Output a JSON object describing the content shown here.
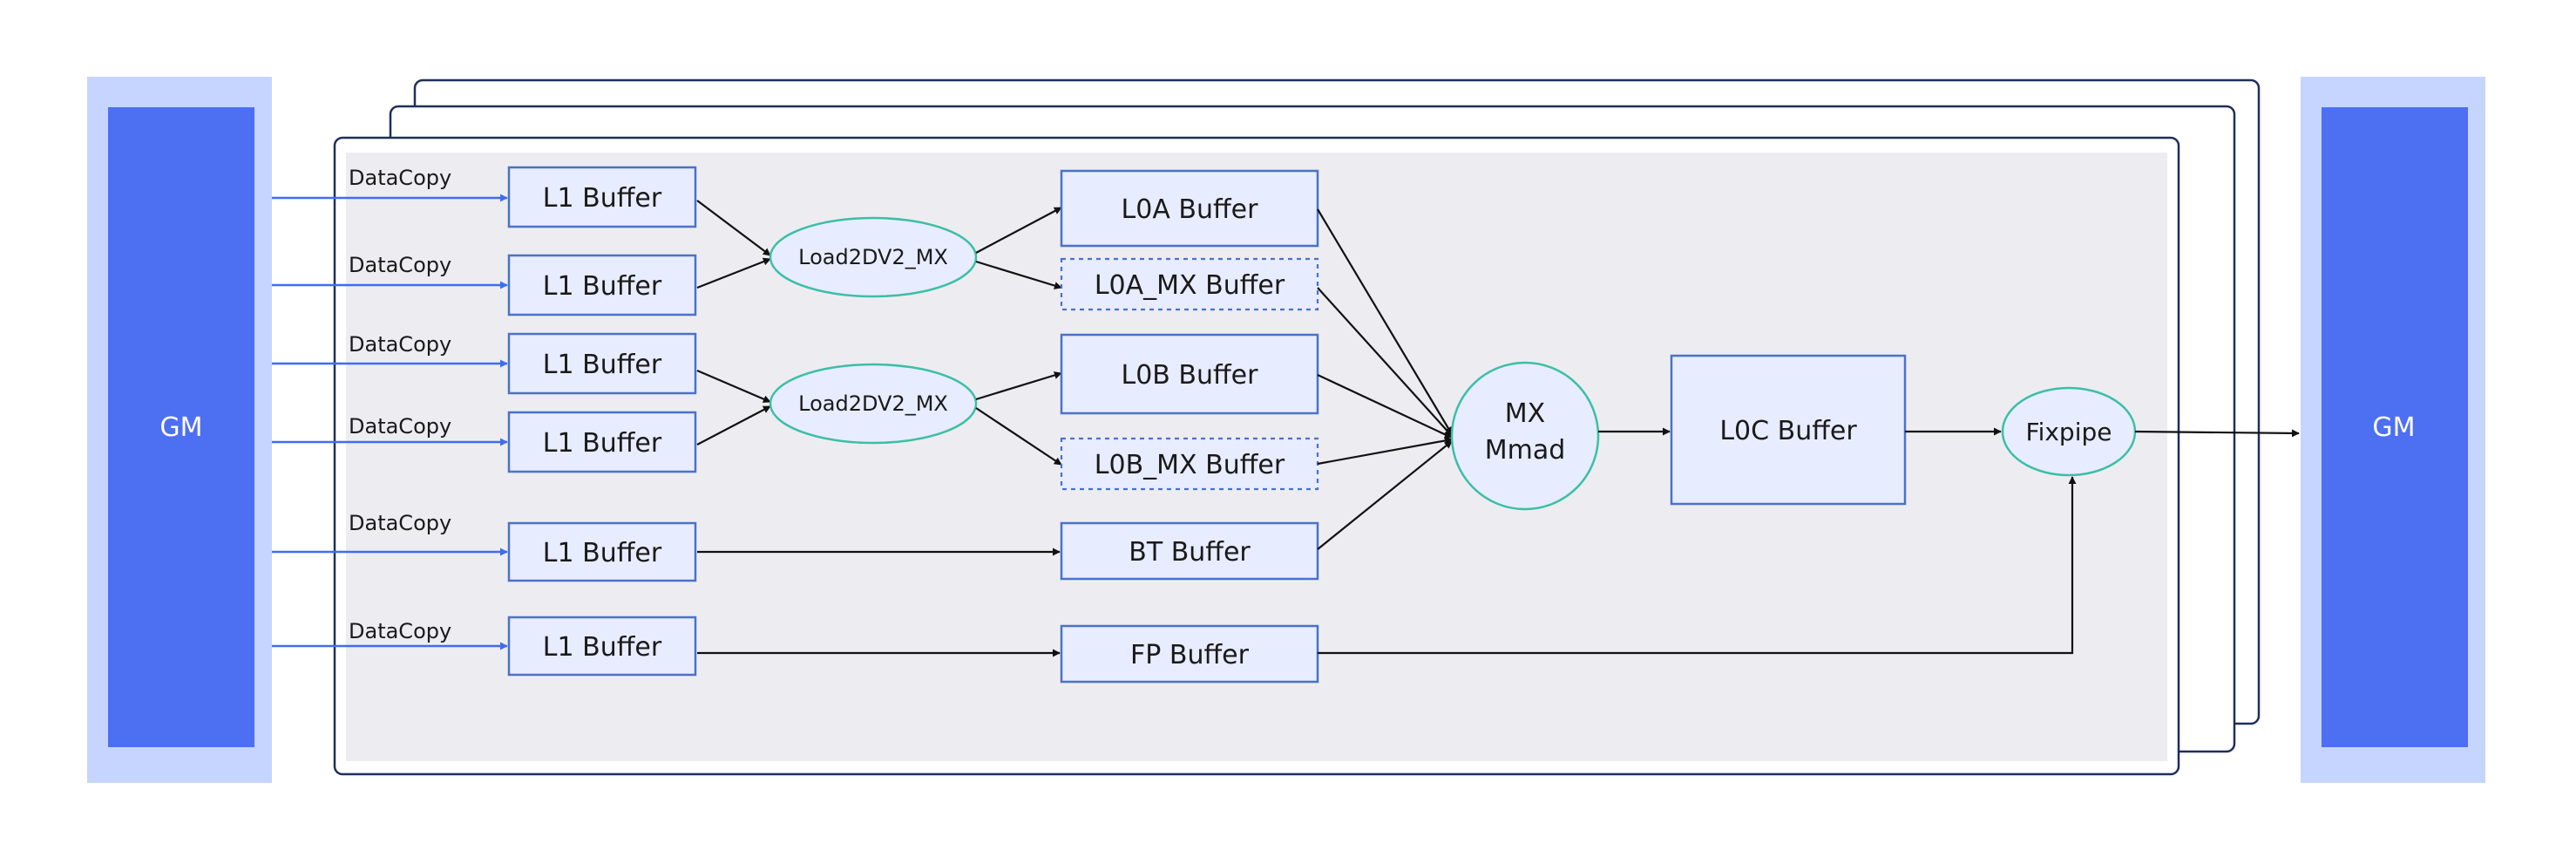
{
  "gm_left": {
    "label": "GM"
  },
  "gm_right": {
    "label": "GM"
  },
  "datacopy": [
    "DataCopy",
    "DataCopy",
    "DataCopy",
    "DataCopy",
    "DataCopy",
    "DataCopy"
  ],
  "l1": [
    "L1 Buffer",
    "L1 Buffer",
    "L1 Buffer",
    "L1 Buffer",
    "L1 Buffer",
    "L1 Buffer"
  ],
  "load_a": "Load2DV2_MX",
  "load_b": "Load2DV2_MX",
  "l0a": "L0A Buffer",
  "l0a_mx": "L0A_MX Buffer",
  "l0b": "L0B Buffer",
  "l0b_mx": "L0B_MX Buffer",
  "bt": "BT Buffer",
  "fp": "FP Buffer",
  "mmad": {
    "line1": "MX",
    "line2": "Mmad"
  },
  "l0c": "L0C Buffer",
  "fixpipe": "Fixpipe",
  "colors": {
    "gm_outer": "#c5d5ff",
    "gm_inner": "#4d6ff2",
    "buffer_fill": "#e8ecff",
    "buffer_border": "#4a72c8",
    "datacopy_arrow": "#3f6df0",
    "ellipse_border": "#3cbfa6",
    "panel_fill": "#ededf1",
    "panel_border": "#1e2f5c"
  }
}
